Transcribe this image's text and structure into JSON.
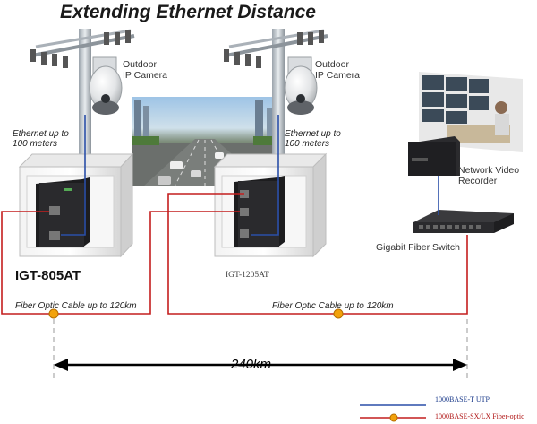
{
  "title": "Extending Ethernet Distance",
  "cameras": [
    {
      "label_line1": "Outdoor",
      "label_line2": "IP Camera"
    },
    {
      "label_line1": "Outdoor",
      "label_line2": "IP Camera"
    }
  ],
  "ethernet_notes": [
    {
      "line1": "Ethernet up to",
      "line2": "100 meters"
    },
    {
      "line1": "Ethernet up to",
      "line2": "100 meters"
    }
  ],
  "devices": {
    "left_converter": "IGT-805AT",
    "middle_converter": "IGT-1205AT",
    "nvr_line1": "Network Video",
    "nvr_line2": "Recorder",
    "switch": "Gigabit Fiber Switch"
  },
  "fiber_notes": [
    "Fiber Optic Cable up to 120km",
    "Fiber Optic Cable up to 120km"
  ],
  "distance": "240km",
  "legend": [
    {
      "label": "1000BASE-T UTP",
      "color": "#2a4fa8"
    },
    {
      "label": "1000BASE-SX/LX Fiber-optic",
      "color": "#c41e1e"
    }
  ],
  "colors": {
    "utp": "#2a4fa8",
    "fiber": "#c41e1e",
    "marker": "#f2a20c"
  }
}
